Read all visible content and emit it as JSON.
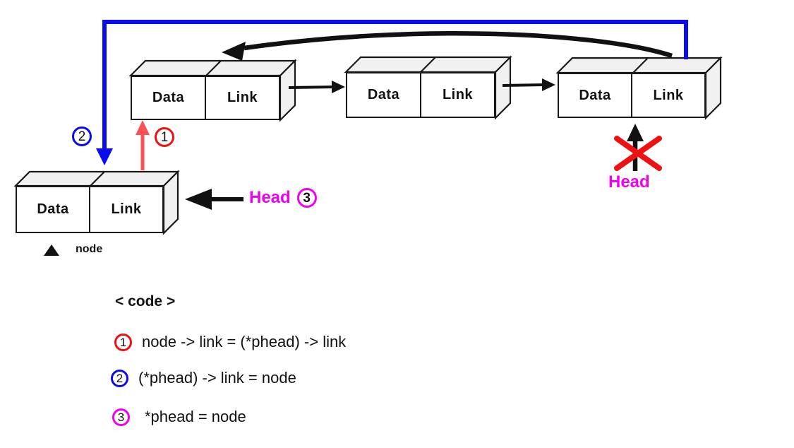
{
  "diagram": {
    "nodes": [
      {
        "data_label": "Data",
        "link_label": "Link"
      },
      {
        "data_label": "Data",
        "link_label": "Link"
      },
      {
        "data_label": "Data",
        "link_label": "Link"
      },
      {
        "data_label": "Data",
        "link_label": "Link"
      }
    ],
    "markers": {
      "step1": "1",
      "step2": "2"
    },
    "head_pointer_new": {
      "label": "Head",
      "step": "3"
    },
    "head_pointer_old": {
      "label": "Head"
    },
    "new_node_caption": "node",
    "colors": {
      "blue": "#0b0bef",
      "red": "#ee1111",
      "red_light": "#fa5252",
      "magenta": "#f000f0",
      "black": "#111111",
      "box_shade": "#f1f1f1"
    }
  },
  "code": {
    "title": "< code >",
    "lines": [
      {
        "step": "1",
        "text": "node -> link = (*phead) -> link"
      },
      {
        "step": "2",
        "text": "(*phead) -> link = node"
      },
      {
        "step": "3",
        "text": "*phead = node"
      }
    ]
  }
}
